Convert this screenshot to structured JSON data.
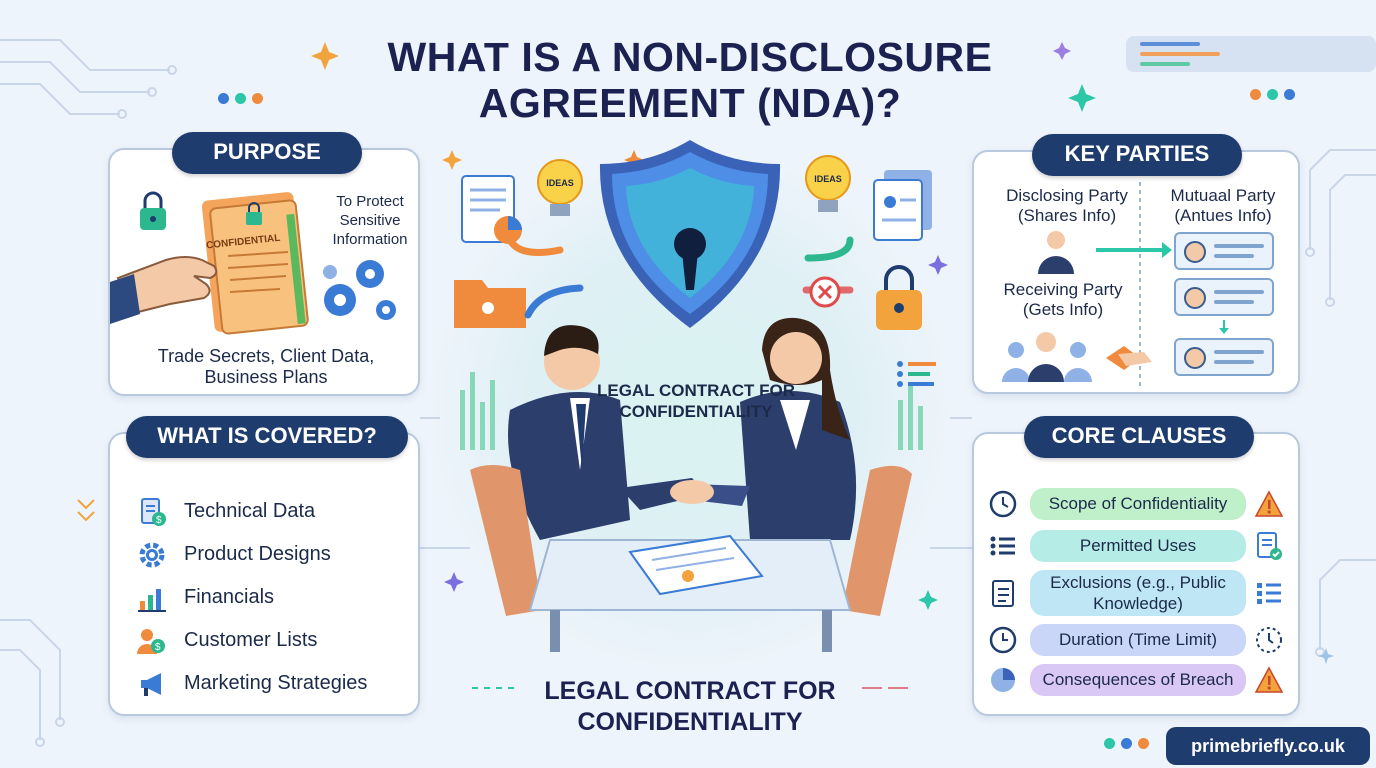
{
  "title": {
    "line1": "WHAT IS A NON-DISCLOSURE",
    "line2": "AGREEMENT (NDA)?"
  },
  "purpose": {
    "header": "PURPOSE",
    "folder_label": "CONFIDENTIAL",
    "aside": "To Protect Sensitive Information",
    "footer": "Trade Secrets, Client Data, Business Plans"
  },
  "covered": {
    "header": "WHAT IS COVERED?",
    "items": [
      {
        "label": "Technical Data",
        "icon": "document-dollar-icon"
      },
      {
        "label": "Product Designs",
        "icon": "gear-icon"
      },
      {
        "label": "Financials",
        "icon": "bar-chart-icon"
      },
      {
        "label": "Customer Lists",
        "icon": "people-icon"
      },
      {
        "label": "Marketing Strategies",
        "icon": "megaphone-icon"
      }
    ]
  },
  "center": {
    "ideas_left": "IDEAS",
    "ideas_right": "IDEAS",
    "caption": "LEGAL CONTRACT FOR CONFIDENTIALITY"
  },
  "parties": {
    "header": "KEY PARTIES",
    "disclosing": "Disclosing Party (Shares Info)",
    "mutual": "Mutuaal Party (Antues Info)",
    "receiving": "Receiving Party (Gets Info)"
  },
  "clauses": {
    "header": "CORE CLAUSES",
    "items": [
      {
        "label": "Scope of Confidentiality",
        "color": "#bff0c9"
      },
      {
        "label": "Permitted Uses",
        "color": "#b6ece6"
      },
      {
        "label": "Exclusions (e.g., Public Knowledge)",
        "color": "#bfe6f5"
      },
      {
        "label": "Duration (Time Limit)",
        "color": "#c9d6f8"
      },
      {
        "label": "Consequences of Breach",
        "color": "#d9c7f5"
      }
    ]
  },
  "bottom_caption": "LEGAL CONTRACT FOR CONFIDENTIALITY",
  "brand": "primebriefly.co.uk",
  "colors": {
    "navy": "#1f3c6e",
    "shield_blue": "#2f6fd8",
    "accent_orange": "#f08a3c",
    "accent_teal": "#2cc7a8"
  }
}
